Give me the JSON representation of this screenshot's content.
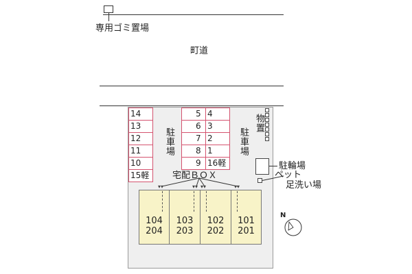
{
  "top": {
    "garbage_label": "専用ゴミ置場",
    "road_label": "町道"
  },
  "parking_left": [
    "14",
    "13",
    "12",
    "11",
    "10",
    "15軽"
  ],
  "parking_center_left": [
    "5",
    "6",
    "7",
    "8",
    "9"
  ],
  "parking_center_right": [
    "4",
    "3",
    "2",
    "1",
    "16軽"
  ],
  "labels": {
    "parking_left_label": "駐車場",
    "parking_right_label": "駐車場",
    "storage_label": "物置",
    "delivery_box": "宅配ＢＯＸ",
    "bicycle": "駐輪場",
    "pet_wash_line1": "ペット",
    "pet_wash_line2": "足洗い場",
    "compass": "N"
  },
  "units": [
    {
      "upper": "104",
      "lower": "204"
    },
    {
      "upper": "103",
      "lower": "203"
    },
    {
      "upper": "102",
      "lower": "202"
    },
    {
      "upper": "101",
      "lower": "201"
    }
  ],
  "colors": {
    "parking_border": "#d4526e",
    "building_fill": "#f8f3c8",
    "lot_fill": "#efefef"
  }
}
